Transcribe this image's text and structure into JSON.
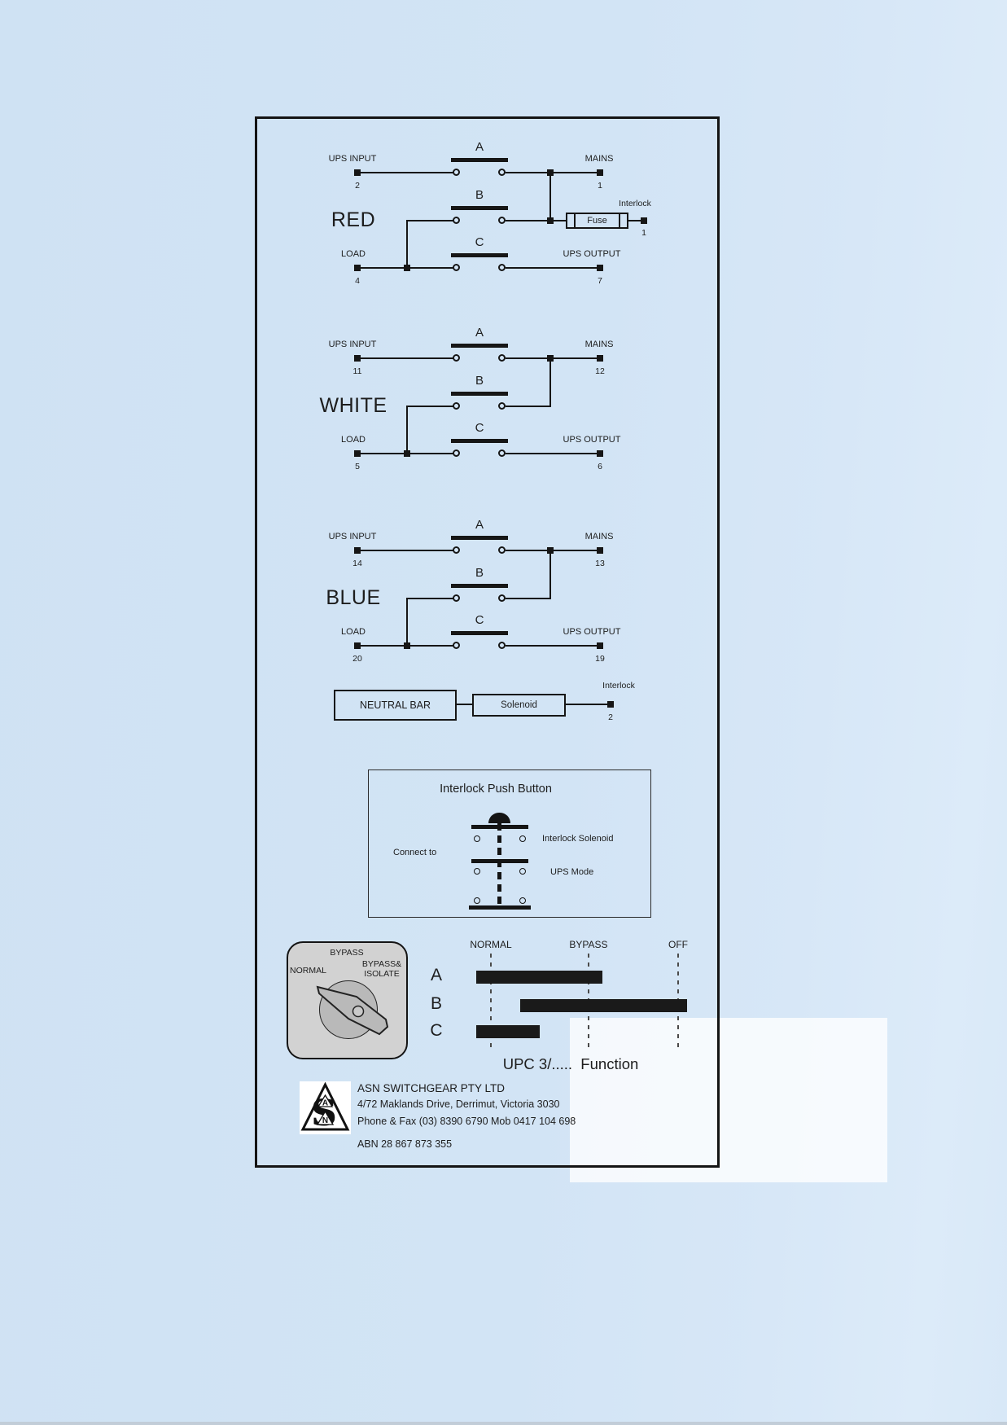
{
  "labels": {
    "ups_input": "UPS INPUT",
    "mains": "MAINS",
    "load": "LOAD",
    "ups_output": "UPS OUTPUT",
    "switch_a": "A",
    "switch_b": "B",
    "switch_c": "C",
    "fuse": "Fuse",
    "interlock": "Interlock"
  },
  "phases": [
    {
      "name": "RED",
      "in_num": "2",
      "mains_num": "1",
      "load_num": "4",
      "out_num": "7",
      "interlock_num": "1"
    },
    {
      "name": "WHITE",
      "in_num": "11",
      "mains_num": "12",
      "load_num": "5",
      "out_num": "6"
    },
    {
      "name": "BLUE",
      "in_num": "14",
      "mains_num": "13",
      "load_num": "20",
      "out_num": "19"
    }
  ],
  "neutral": {
    "bar_label": "NEUTRAL BAR",
    "solenoid_label": "Solenoid",
    "interlock_label": "Interlock",
    "interlock_num": "2"
  },
  "push_button": {
    "title": "Interlock Push Button",
    "connect_to": "Connect to",
    "contact1_label": "Interlock Solenoid",
    "contact2_label": "UPS Mode"
  },
  "rotary_switch": {
    "top_label": "BYPASS",
    "left_label": "NORMAL",
    "right_label_line1": "BYPASS&",
    "right_label_line2": "ISOLATE"
  },
  "chart_data": {
    "type": "bar",
    "title": "UPC 3/.....  Function",
    "orientation": "horizontal",
    "categories": [
      "A",
      "B",
      "C"
    ],
    "x_axis_labels": [
      "NORMAL",
      "BYPASS",
      "OFF"
    ],
    "column_units": {
      "NORMAL": 0,
      "BYPASS": 1,
      "OFF": 2
    },
    "bars": [
      {
        "name": "A",
        "from": -0.15,
        "to": 1.15
      },
      {
        "name": "B",
        "from": 0.3,
        "to": 2.1
      },
      {
        "name": "C",
        "from": -0.15,
        "to": 0.5
      }
    ],
    "grid": "dashed-vertical-at-columns",
    "legend": false
  },
  "footer": {
    "company": "ASN SWITCHGEAR PTY LTD",
    "address": "4/72 Maklands Drive, Derrimut, Victoria 3030",
    "phone": "Phone & Fax (03) 8390 6790 Mob 0417 104 698",
    "abn": "ABN 28 867 873 355",
    "logo_a": "A",
    "logo_s": "S",
    "logo_n": "N"
  }
}
